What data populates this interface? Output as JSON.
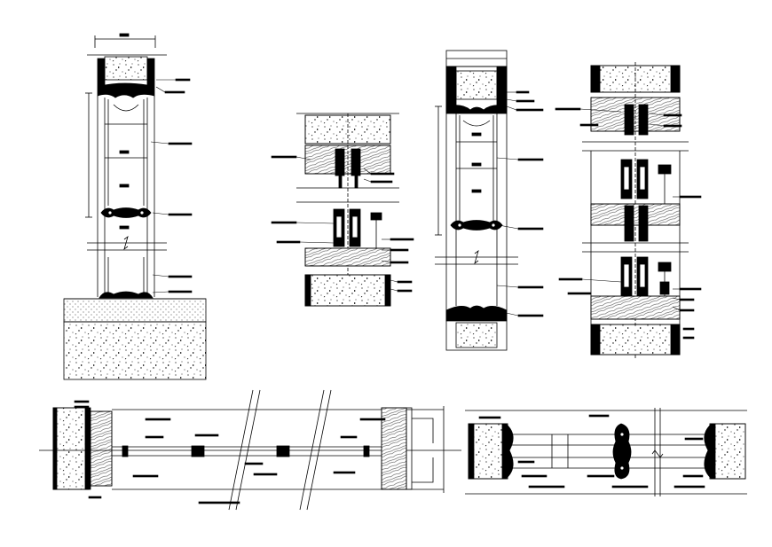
{
  "drawing": {
    "background_color": "#ffffff",
    "line_color": "#000000",
    "caption": "",
    "views": [
      "vertical-section-1",
      "vertical-detail-2",
      "vertical-section-3",
      "vertical-detail-4",
      "horizontal-section-5",
      "horizontal-section-6"
    ]
  }
}
